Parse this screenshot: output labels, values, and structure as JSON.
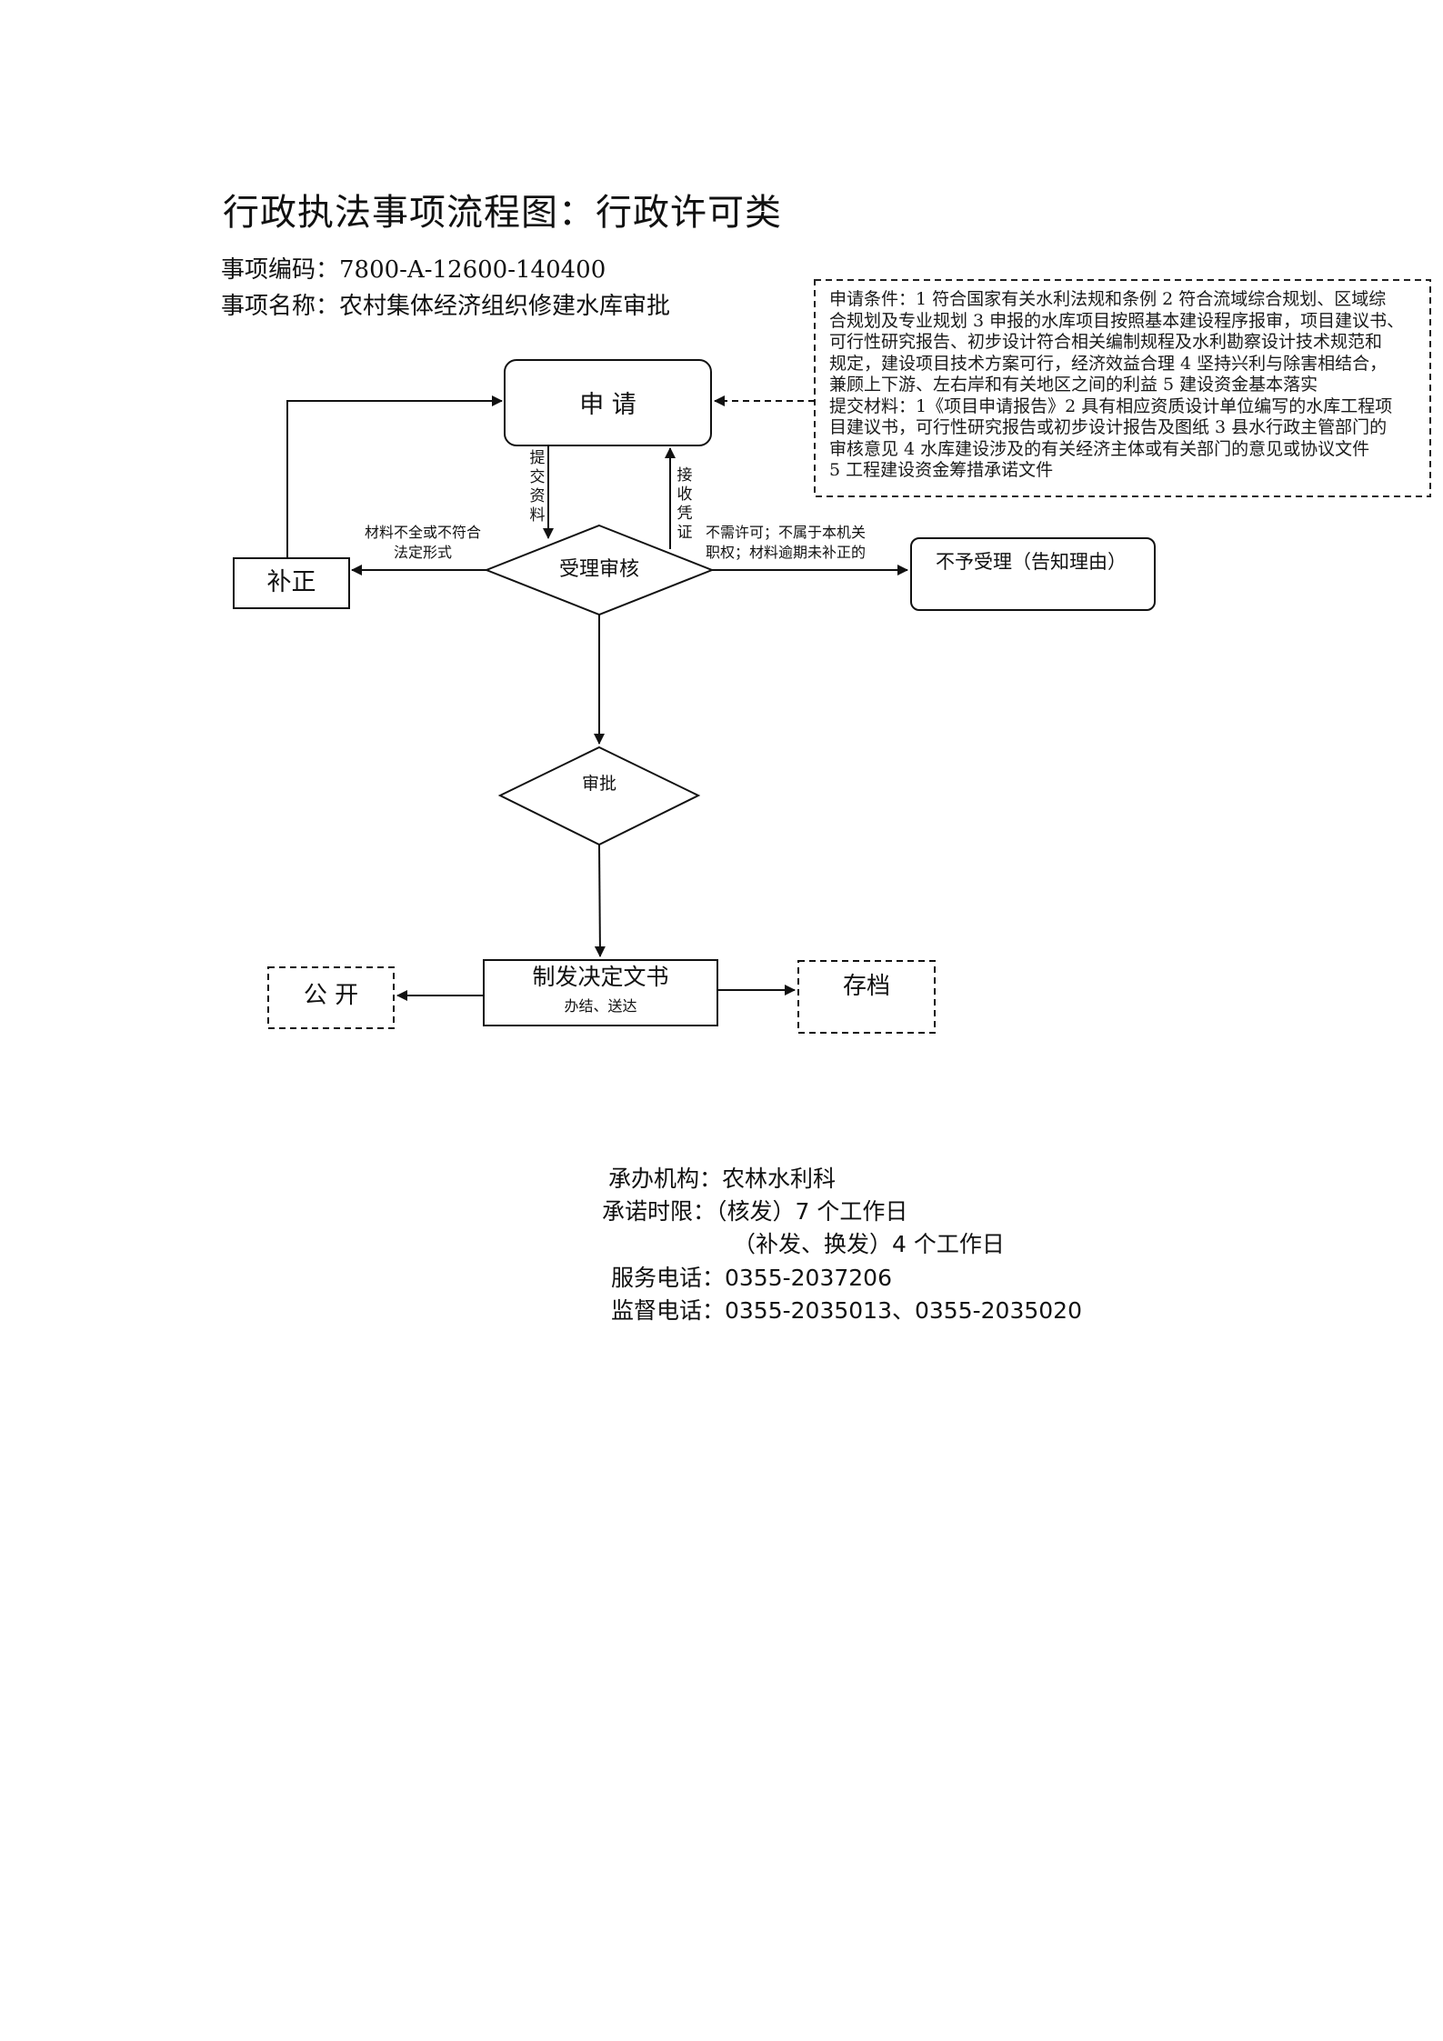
{
  "title": "行政执法事项流程图：行政许可类",
  "item_code": "事项编码：7800-A-12600-140400",
  "item_name": "事项名称：农村集体经济组织修建水库审批",
  "conditions_box": {
    "lines": [
      "申请条件：1 符合国家有关水利法规和条例 2 符合流域综合规划、区域综",
      "合规划及专业规划 3 申报的水库项目按照基本建设程序报审，项目建议书、",
      "可行性研究报告、初步设计符合相关编制规程及水利勘察设计技术规范和",
      "规定，建设项目技术方案可行，经济效益合理 4 坚持兴利与除害相结合，",
      "兼顾上下游、左右岸和有关地区之间的利益 5 建设资金基本落实",
      "提交材料：1《项目申请报告》2 具有相应资质设计单位编写的水库工程项",
      "目建议书，可行性研究报告或初步设计报告及图纸 3 县水行政主管部门的",
      "审核意见 4 水库建设涉及的有关经济主体或有关部门的意见或协议文件",
      "5 工程建设资金筹措承诺文件"
    ]
  },
  "nodes": {
    "apply": "申 请",
    "review": "受理审核",
    "correct": "补正",
    "reject": "不予受理（告知理由）",
    "approve": "审批",
    "decision": "制发决定文书",
    "decision_sub": "办结、送达",
    "publish": "公 开",
    "archive": "存档"
  },
  "edge_labels": {
    "submit": "提交资料",
    "receipt": "接收凭证",
    "incomplete_line1": "材料不全或不符合",
    "incomplete_line2": "法定形式",
    "no_license_line1": "不需许可；不属于本机关",
    "no_license_line2": "职权；材料逾期未补正的"
  },
  "footer": {
    "agency": "承办机构：农林水利科",
    "limit_line1": "承诺时限：（核发）7 个工作日",
    "limit_line2": "（补发、换发）4 个工作日",
    "service_phone": "服务电话：0355-2037206",
    "supervise_phone": "监督电话：0355-2035013、0355-2035020"
  }
}
